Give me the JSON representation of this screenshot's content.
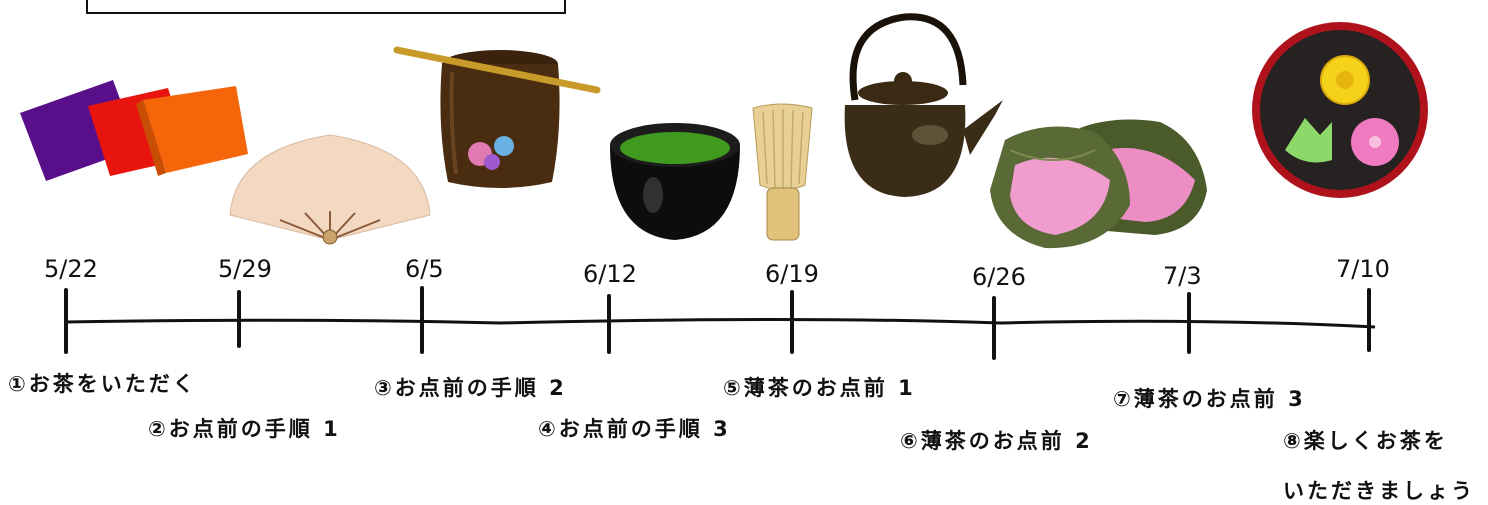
{
  "dates": [
    "5/22",
    "5/29",
    "6/5",
    "6/12",
    "6/19",
    "6/26",
    "7/3",
    "7/10"
  ],
  "lessons": [
    "①お茶をいただく",
    "②お点前の手順 1",
    "③お点前の手順 2",
    "④お点前の手順 3",
    "⑤薄茶のお点前 1",
    "⑥薄茶のお点前 2",
    "⑦薄茶のお点前 3",
    "⑧楽しくお茶を"
  ],
  "lesson8_line2": "いただきましょう",
  "illustrations": [
    "fukusa-cloths-icon",
    "folding-fan-icon",
    "tea-caddy-icon",
    "matcha-bowl-icon",
    "tea-whisk-icon",
    "teapot-icon",
    "sakura-mochi-icon",
    "wagashi-plate-icon"
  ],
  "colors": {
    "fukusa_purple": "#5a0f8a",
    "fukusa_red": "#e8150f",
    "fukusa_orange": "#f5650a",
    "matcha_green": "#3f9a1f",
    "sakura_pink": "#e98fbf",
    "plate_red": "#b0121c",
    "wagashi_yellow": "#f5d21a",
    "wagashi_green": "#8ed86a",
    "wagashi_pink": "#f07ac0"
  }
}
